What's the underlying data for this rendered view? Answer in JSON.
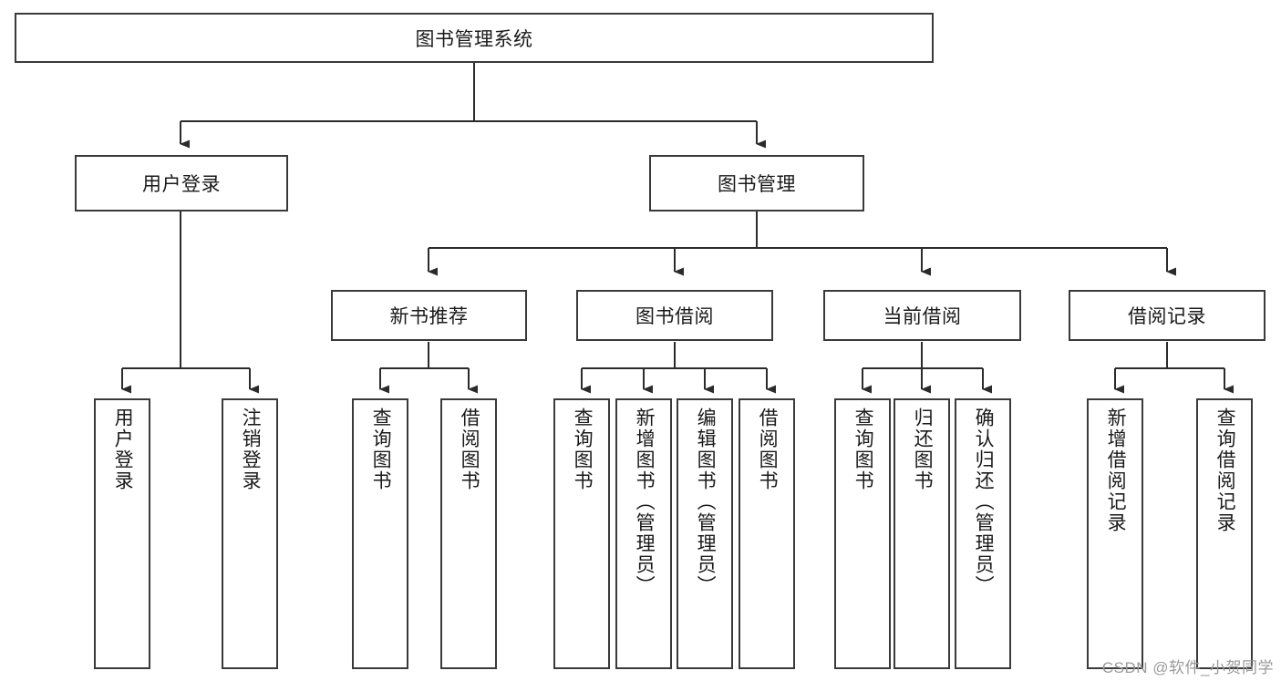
{
  "diagram": {
    "title": "图书管理系统",
    "type": "tree-hierarchy",
    "root": {
      "id": "root",
      "label": "图书管理系统"
    },
    "level2": [
      {
        "id": "user-login",
        "label": "用户登录"
      },
      {
        "id": "book-manage",
        "label": "图书管理"
      }
    ],
    "level3": [
      {
        "id": "new-book-recommend",
        "label": "新书推荐",
        "parent": "book-manage"
      },
      {
        "id": "book-borrow",
        "label": "图书借阅",
        "parent": "book-manage"
      },
      {
        "id": "current-borrow",
        "label": "当前借阅",
        "parent": "book-manage"
      },
      {
        "id": "borrow-record",
        "label": "借阅记录",
        "parent": "book-manage"
      }
    ],
    "leaves": {
      "user_login": [
        {
          "id": "leaf-user-login",
          "label": "用户登录"
        },
        {
          "id": "leaf-user-logout",
          "label": "注销登录"
        }
      ],
      "new_book_recommend": [
        {
          "id": "leaf-query-book-1",
          "label": "查询图书"
        },
        {
          "id": "leaf-borrow-book-1",
          "label": "借阅图书"
        }
      ],
      "book_borrow": [
        {
          "id": "leaf-query-book-2",
          "label": "查询图书"
        },
        {
          "id": "leaf-add-book",
          "label": "新增图书（管理员）"
        },
        {
          "id": "leaf-edit-book",
          "label": "编辑图书（管理员）"
        },
        {
          "id": "leaf-borrow-book-2",
          "label": "借阅图书"
        }
      ],
      "current_borrow": [
        {
          "id": "leaf-query-book-3",
          "label": "查询图书"
        },
        {
          "id": "leaf-return-book",
          "label": "归还图书"
        },
        {
          "id": "leaf-confirm-return",
          "label": "确认归还（管理员）"
        }
      ],
      "borrow_record": [
        {
          "id": "leaf-add-record",
          "label": "新增借阅记录"
        },
        {
          "id": "leaf-query-record",
          "label": "查询借阅记录"
        }
      ]
    }
  },
  "watermark": {
    "text": "CSDN @软件_小贺同学"
  },
  "colors": {
    "border": "#3a3a3a",
    "background": "#ffffff",
    "text": "#1a1a1a",
    "connector": "#2b2b2b",
    "watermark": "#9a9a9a"
  }
}
